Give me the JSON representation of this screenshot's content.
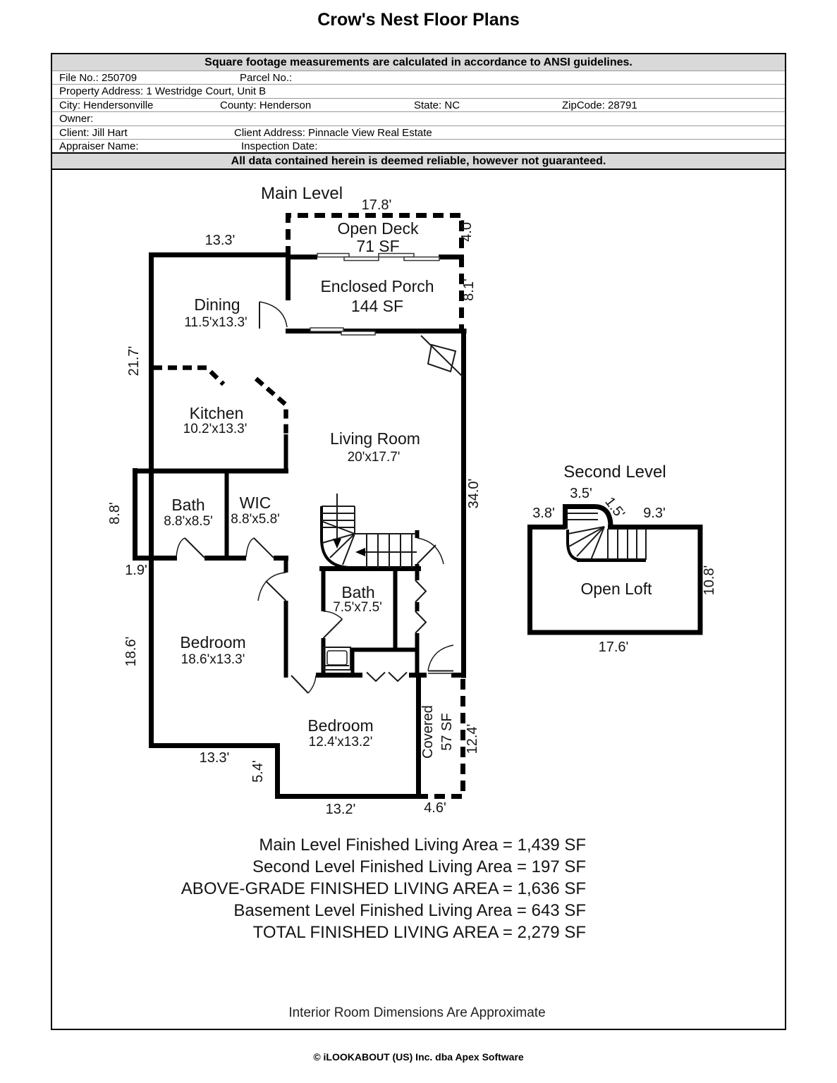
{
  "page_title": "Crow's Nest Floor Plans",
  "header": {
    "banner": "Square footage measurements are calculated in accordance to ANSI guidelines.",
    "rows": {
      "file_no": "File No.: 250709",
      "parcel_no": "Parcel No.:",
      "property_address": "Property Address: 1 Westridge Court, Unit B",
      "city": "City: Hendersonville",
      "county": "County: Henderson",
      "state": "State: NC",
      "zipcode": "ZipCode: 28791",
      "owner": "Owner:",
      "client": "Client: Jill Hart",
      "client_address": "Client Address: Pinnacle View Real Estate",
      "appraiser_name": "Appraiser Name:",
      "inspection_date": "Inspection Date:"
    },
    "disclaimer": "All data contained herein is deemed reliable, however not guaranteed."
  },
  "main_level": {
    "title": "Main Level",
    "rooms": [
      {
        "name": "Open Deck",
        "size": "71 SF"
      },
      {
        "name": "Enclosed Porch",
        "size": "144 SF"
      },
      {
        "name": "Dining",
        "size": "11.5'x13.3'"
      },
      {
        "name": "Kitchen",
        "size": "10.2'x13.3'"
      },
      {
        "name": "Living Room",
        "size": "20'x17.7'"
      },
      {
        "name": "Bath",
        "size": "8.8'x8.5'"
      },
      {
        "name": "WIC",
        "size": "8.8'x5.8'"
      },
      {
        "name": "Bedroom",
        "size": "18.6'x13.3'"
      },
      {
        "name": "Bath",
        "size": "7.5'x7.5'"
      },
      {
        "name": "Bedroom",
        "size": "12.4'x13.2'"
      },
      {
        "name": "Covered",
        "size": "57 SF"
      }
    ],
    "dims": {
      "deck_width": "17.8'",
      "deck_depth": "4.0'",
      "top_left_width": "13.3'",
      "porch_depth": "8.1'",
      "left_upper": "21.7'",
      "right_height": "34.0'",
      "bath_block_height": "8.8'",
      "hall_step": "1.9'",
      "bedroom_left_height": "18.6'",
      "bedroom_left_width": "13.3'",
      "step": "5.4'",
      "bedroom2_width": "13.2'",
      "covered_width": "4.6'",
      "covered_depth": "12.4'"
    }
  },
  "second_level": {
    "title": "Second Level",
    "room": {
      "name": "Open Loft"
    },
    "dims": {
      "notch_top": "3.5'",
      "top_left": "3.8'",
      "corner": "1.5'",
      "top_right": "9.3'",
      "right": "10.8'",
      "bottom": "17.6'"
    }
  },
  "summary": {
    "lines": [
      "Main Level Finished Living Area = 1,439 SF",
      "Second Level Finished Living Area = 197 SF",
      "ABOVE-GRADE FINISHED LIVING AREA = 1,636 SF",
      "Basement Level Finished Living Area = 643 SF",
      "TOTAL FINISHED LIVING AREA = 2,279 SF"
    ]
  },
  "footnotes": {
    "dimensions_note": "Interior Room Dimensions Are Approximate",
    "copyright": "© iLOOKABOUT (US) Inc. dba Apex Software"
  }
}
